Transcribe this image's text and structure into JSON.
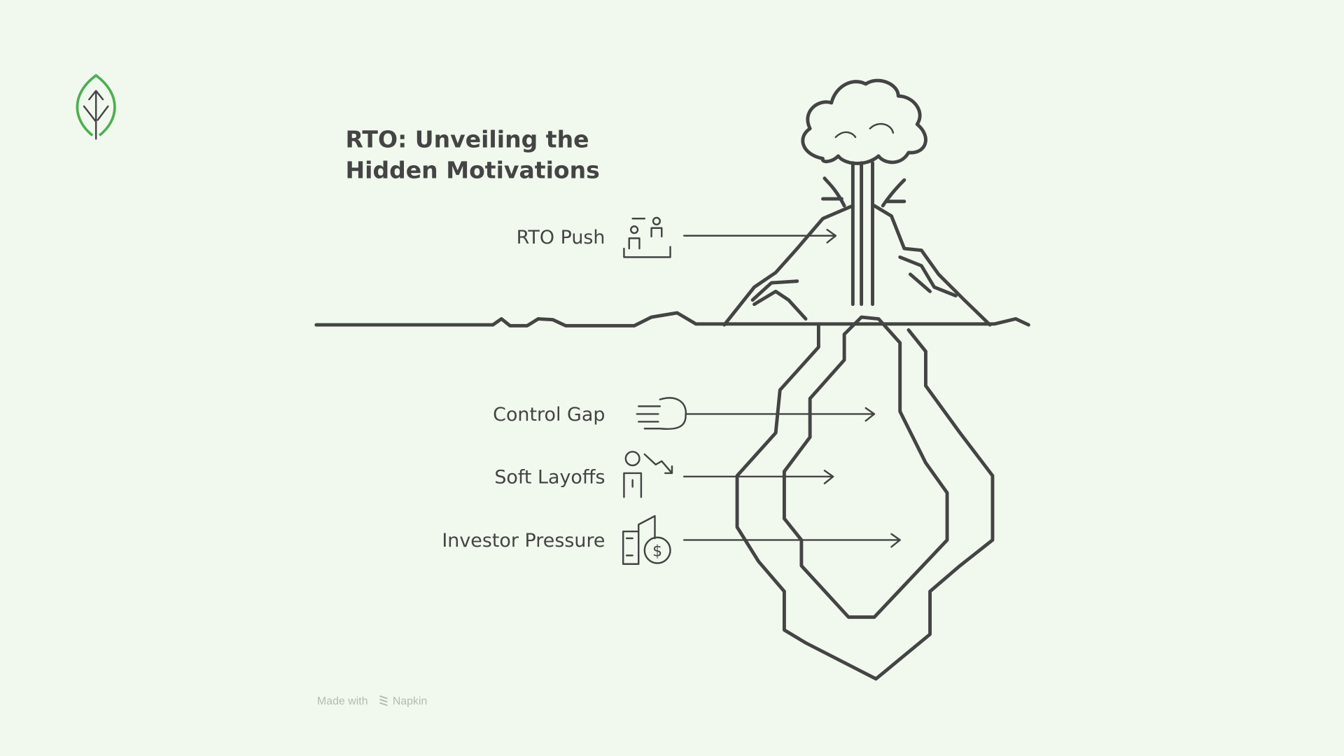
{
  "title": {
    "line1": "RTO: Unveiling the",
    "line2": "Hidden Motivations"
  },
  "items": [
    {
      "label": "RTO Push",
      "icon": "office-people-icon"
    },
    {
      "label": "Control Gap",
      "icon": "fist-icon"
    },
    {
      "label": "Soft Layoffs",
      "icon": "person-decline-icon"
    },
    {
      "label": "Investor Pressure",
      "icon": "building-dollar-icon"
    }
  ],
  "footer": {
    "made_with": "Made with",
    "brand": "Napkin"
  },
  "colors": {
    "background": "#f1f9ee",
    "ink": "#444444",
    "logo_green": "#4caf50"
  }
}
